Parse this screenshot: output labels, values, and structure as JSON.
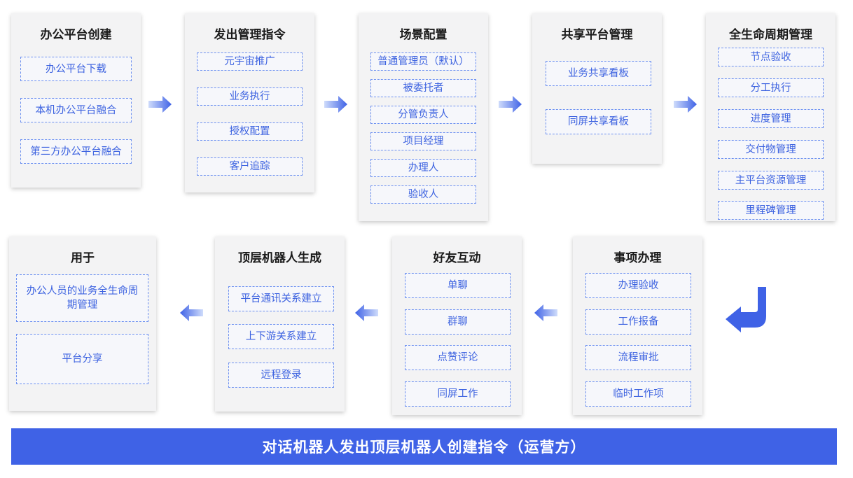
{
  "top_row": [
    {
      "title": "办公平台创建",
      "items": [
        "办公平台下载",
        "本机办公平台融合",
        "第三方办公平台融合"
      ]
    },
    {
      "title": "发出管理指令",
      "items": [
        "元宇宙推广",
        "业务执行",
        "授权配置",
        "客户追踪"
      ]
    },
    {
      "title": "场景配置",
      "items": [
        "普通管理员（默认）",
        "被委托者",
        "分管负责人",
        "项目经理",
        "办理人",
        "验收人"
      ]
    },
    {
      "title": "共享平台管理",
      "items": [
        "业务共享看板",
        "同屏共享看板"
      ]
    },
    {
      "title": "全生命周期管理",
      "items": [
        "节点验收",
        "分工执行",
        "进度管理",
        "交付物管理",
        "主平台资源管理",
        "里程碑管理"
      ]
    }
  ],
  "bottom_row": [
    {
      "title": "用于",
      "items": [
        "办公人员的业务全生命周期管理",
        "平台分享"
      ]
    },
    {
      "title": "顶层机器人生成",
      "items": [
        "平台通讯关系建立",
        "上下游关系建立",
        "远程登录"
      ]
    },
    {
      "title": "好友互动",
      "items": [
        "单聊",
        "群聊",
        "点赞评论",
        "同屏工作"
      ]
    },
    {
      "title": "事项办理",
      "items": [
        "办理验收",
        "工作报备",
        "流程审批",
        "临时工作项"
      ]
    }
  ],
  "footer": {
    "label": "对话机器人发出顶层机器人创建指令（运营方）"
  },
  "colors": {
    "accent": "#3f62e6",
    "item_text": "#3c62e0",
    "item_border": "#6b8ff0",
    "card_bg": "#f3f3f4"
  }
}
